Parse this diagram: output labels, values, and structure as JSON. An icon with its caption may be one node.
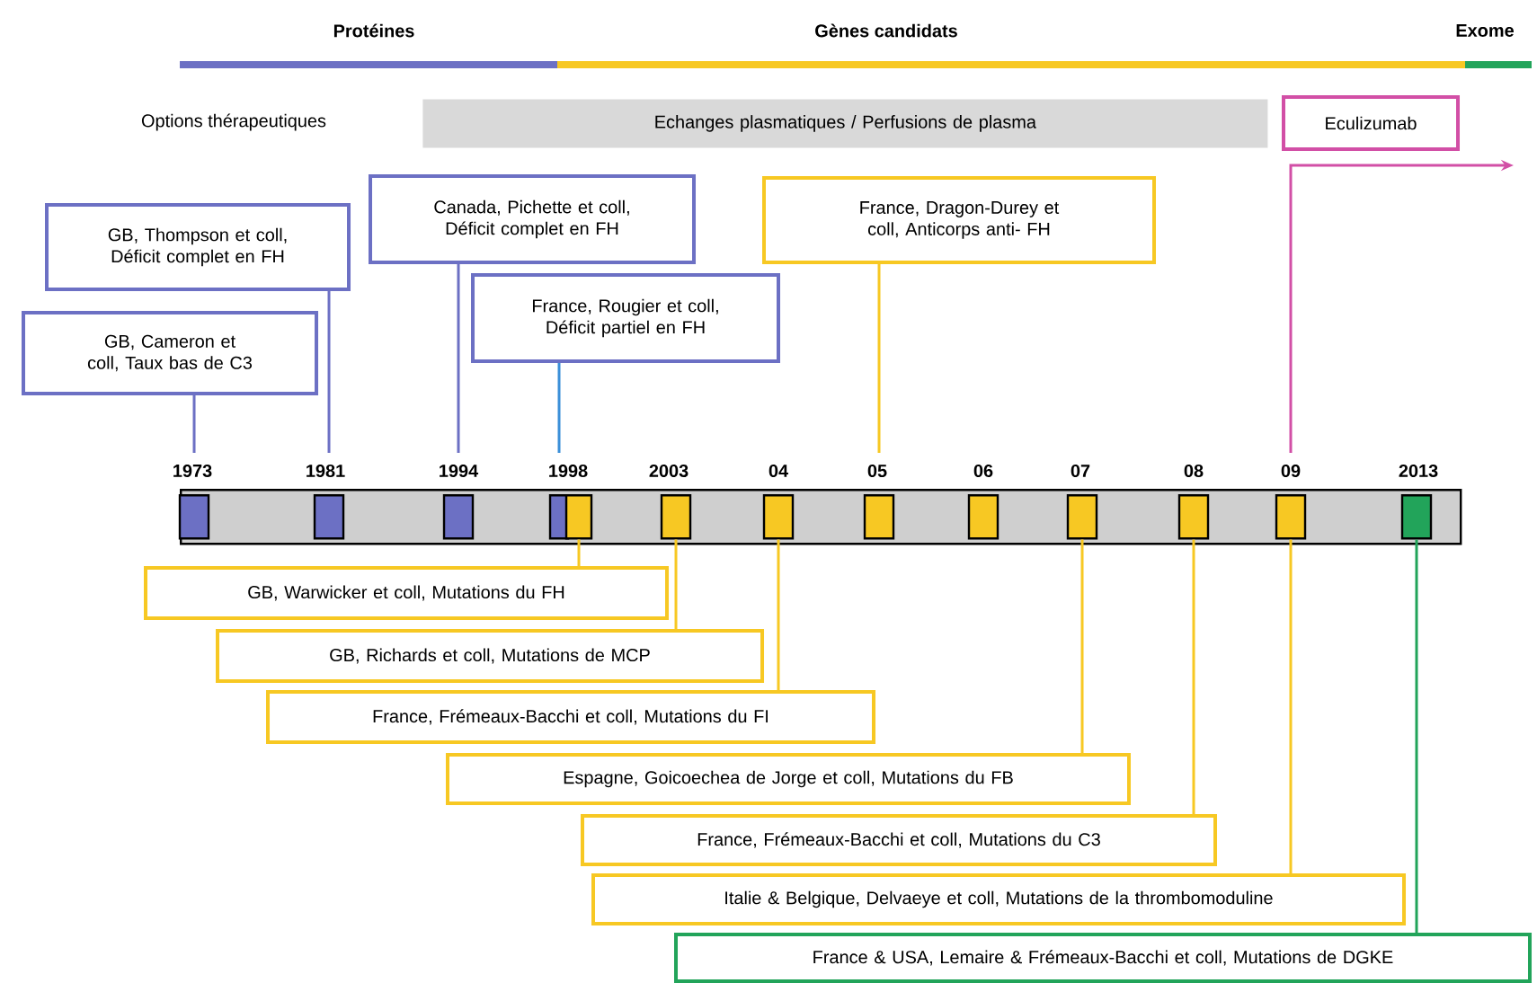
{
  "diagram": {
    "nodes": [
      {
        "text": [
          "Echanges plasmatiques / Perfusions de plasma"
        ]
      },
      {
        "text": [
          "Eculizumab"
        ]
      },
      {
        "text": [
          "GB, Cameron et coll, Taux bas de C3"
        ]
      },
      {
        "text": [
          "GB, Thompson et coll, Déficit complet en FH"
        ]
      },
      {
        "text": [
          "Canada, Pichette et coll, Déficit complet en FH"
        ]
      },
      {
        "text": [
          "France, Rougier et coll, Déficit partiel en FH"
        ]
      },
      {
        "text": [
          "France, Dragon-Durey et coll, Anticorps anti- FH"
        ]
      },
      {
        "text": [],
        "shape": "bar"
      },
      {
        "text": [],
        "shape": "box",
        "in": 7
      },
      {
        "text": [],
        "shape": "box",
        "in": 7
      },
      {
        "text": [],
        "shape": "box",
        "in": 7
      },
      {
        "text": [],
        "shape": "box",
        "in": 7
      },
      {
        "text": [],
        "shape": "box",
        "in": 7
      },
      {
        "text": [],
        "shape": "box",
        "in": 7
      },
      {
        "text": [],
        "shape": "box",
        "in": 7
      },
      {
        "text": [],
        "shape": "box",
        "in": 7
      },
      {
        "text": [],
        "shape": "box",
        "in": 7
      },
      {
        "text": [],
        "shape": "box",
        "in": 7
      },
      {
        "text": [],
        "shape": "box",
        "in": 7
      },
      {
        "text": [],
        "shape": "box",
        "in": 7
      },
      {
        "text": [],
        "shape": "box",
        "in": 7
      },
      {
        "text": [
          "GB, Warwicker et coll, Mutations du FH"
        ]
      },
      {
        "text": [
          "GB, Richards et coll, Mutations de MCP"
        ]
      },
      {
        "text": [
          "France, Frémeaux-Bacchi et coll, Mutations du FI"
        ]
      },
      {
        "text": [
          "Espagne, Goicoechea de Jorge et coll, Mutations du FB"
        ]
      },
      {
        "text": [
          "France, Frémeaux-Bacchi  et coll, Mutations du C3"
        ]
      },
      {
        "text": [
          "Italie & Belgique, Delvaeye et coll, Mutations de la thrombomoduline"
        ]
      },
      {
        "text": [
          "France & USA, Lemaire & Frémeaux-Bacchi et coll, Mutations de DGKE"
        ]
      }
    ],
    "edges": [
      {
        "from": 2,
        "to": 8,
        "arrow": "none",
        "color": "#6c70c4"
      },
      {
        "from": 3,
        "to": 9,
        "arrow": "none",
        "color": "#6c70c4"
      },
      {
        "from": 4,
        "to": 10,
        "arrow": "none",
        "color": "#6c70c4"
      },
      {
        "from": 5,
        "to": 11,
        "arrow": "none",
        "color": "#3a8fd8"
      },
      {
        "from": 6,
        "to": 15,
        "arrow": "none"
      },
      {
        "from": 19,
        "to": null,
        "arrow": "to",
        "color": "#d24fa6"
      },
      {
        "from": 12,
        "to": 21,
        "arrow": "none"
      },
      {
        "from": 13,
        "to": 22,
        "arrow": "none"
      },
      {
        "from": 14,
        "to": 23,
        "arrow": "none"
      },
      {
        "from": 17,
        "to": 24,
        "arrow": "none"
      },
      {
        "from": 18,
        "to": 25,
        "arrow": "none"
      },
      {
        "from": 19,
        "to": 26,
        "arrow": "none"
      },
      {
        "from": 20,
        "to": 27,
        "arrow": "none",
        "color": "#22a45a"
      }
    ],
    "labels": [
      "Protéines",
      "Gènes candidats",
      "Exome",
      "Options thérapeutiques",
      "1973",
      "1981",
      "1994",
      "1998",
      "2003",
      "04",
      "05",
      "06",
      "07",
      "08",
      "09",
      "2013"
    ]
  }
}
